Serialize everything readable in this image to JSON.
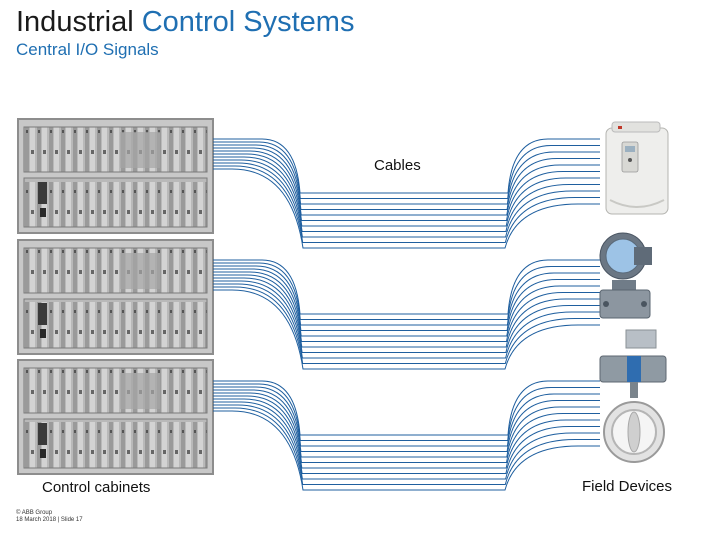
{
  "slide": {
    "title_part1": "Industrial",
    "title_part2": "Control Systems",
    "subtitle": "Central I/O Signals"
  },
  "labels": {
    "cables": "Cables",
    "cabinets": "Control cabinets",
    "devices": "Field Devices"
  },
  "footer": {
    "line1": "© ABB Group",
    "line2": "18 March 2018 | Slide 17"
  },
  "colors": {
    "accent": "#1f6fb2",
    "cable": "#1f5f9f",
    "cabinet_frame": "#8d8d8d"
  },
  "icons": [
    "control-cabinet-icon",
    "drive-unit-icon",
    "pressure-transmitter-icon",
    "butterfly-valve-icon"
  ]
}
